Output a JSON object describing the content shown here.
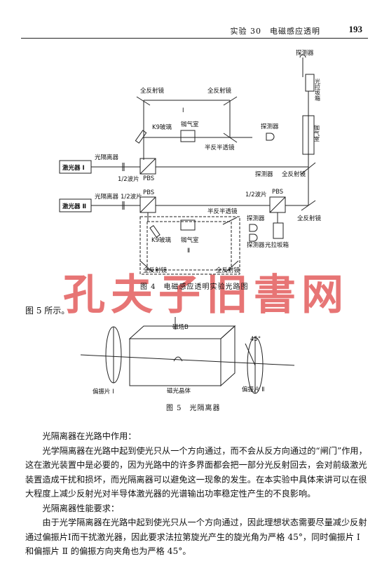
{
  "header": {
    "section": "实验 30　电磁感应透明",
    "page_number": "193"
  },
  "figure4": {
    "caption": "图 4　电磁感应透明实验光路图",
    "labels": {
      "mirror_tl": "全反射镜",
      "mirror_tr": "全反射镜",
      "roman_1": "Ⅰ",
      "k9_top": "K9玻璃",
      "cell_top": "铷气室",
      "bs_top": "半反半透镜",
      "det_top": "探测器",
      "isolator_1": "光隔离器",
      "laser_1": "激光器 Ⅰ",
      "wave_1": "1/2波片",
      "pbs_1": "PBS",
      "laser_2": "激光器 Ⅱ",
      "isolator_2": "光隔离器",
      "wave_2": "1/2波片",
      "pbs_2": "PBS",
      "det_mid": "探测器",
      "mirror_mid": "全反射镜",
      "wave_3": "1/2波片",
      "pbs_3": "PBS",
      "mirror_r": "全反射镜",
      "bs_bottom": "半反半透镜",
      "det_b1": "探测器",
      "det_b2": "探测器",
      "k9_bottom": "K9玻璃",
      "cell_bottom": "铷气室",
      "roman_2": "Ⅱ",
      "fp_bottom": "光拉坂箱",
      "mirror_bl": "全反射镜",
      "mirror_br": "全反射镜",
      "det_topright": "探测器",
      "fp_top": "光拉坂箱",
      "cell_right": "铷气室"
    }
  },
  "fig5_ref": "图 5 所示。",
  "figure5": {
    "caption": "图 5　光隔离器",
    "labels": {
      "field": "磁场B",
      "angle": "45°",
      "crystal": "磁光晶体",
      "pol_1": "偏振片 Ⅰ",
      "pol_2": "偏振片 Ⅱ"
    }
  },
  "body": {
    "p1": "光隔离器在光路中作用：",
    "p2": "光学隔离器在光路中起到使光只从一个方向通过，而不会从反方向通过的“闸门”作用，这在激光装置中是必要的，因为光路中的许多界面都会把一部分光反射回去，会对前级激光装置造成干扰和损坏，而光隔离器可以避免这一现象的发生。在本实验中具体来讲可以在很大程度上减少反射光对半导体激光器的光谱输出功率稳定性产生的不良影响。",
    "p3": "光隔离器性能要求：",
    "p4": "由于光学隔离器在光路中起到使光只从一个方向通过，因此理想状态需要尽量减少反射通过偏振片Ⅰ而干扰激光器，因此要求法拉第旋光产生的旋光角为严格 45°，同时偏振片 Ⅰ 和偏振片 Ⅱ 的偏振方向夹角也为严格 45°。"
  },
  "watermark": "孔夫子旧書网"
}
